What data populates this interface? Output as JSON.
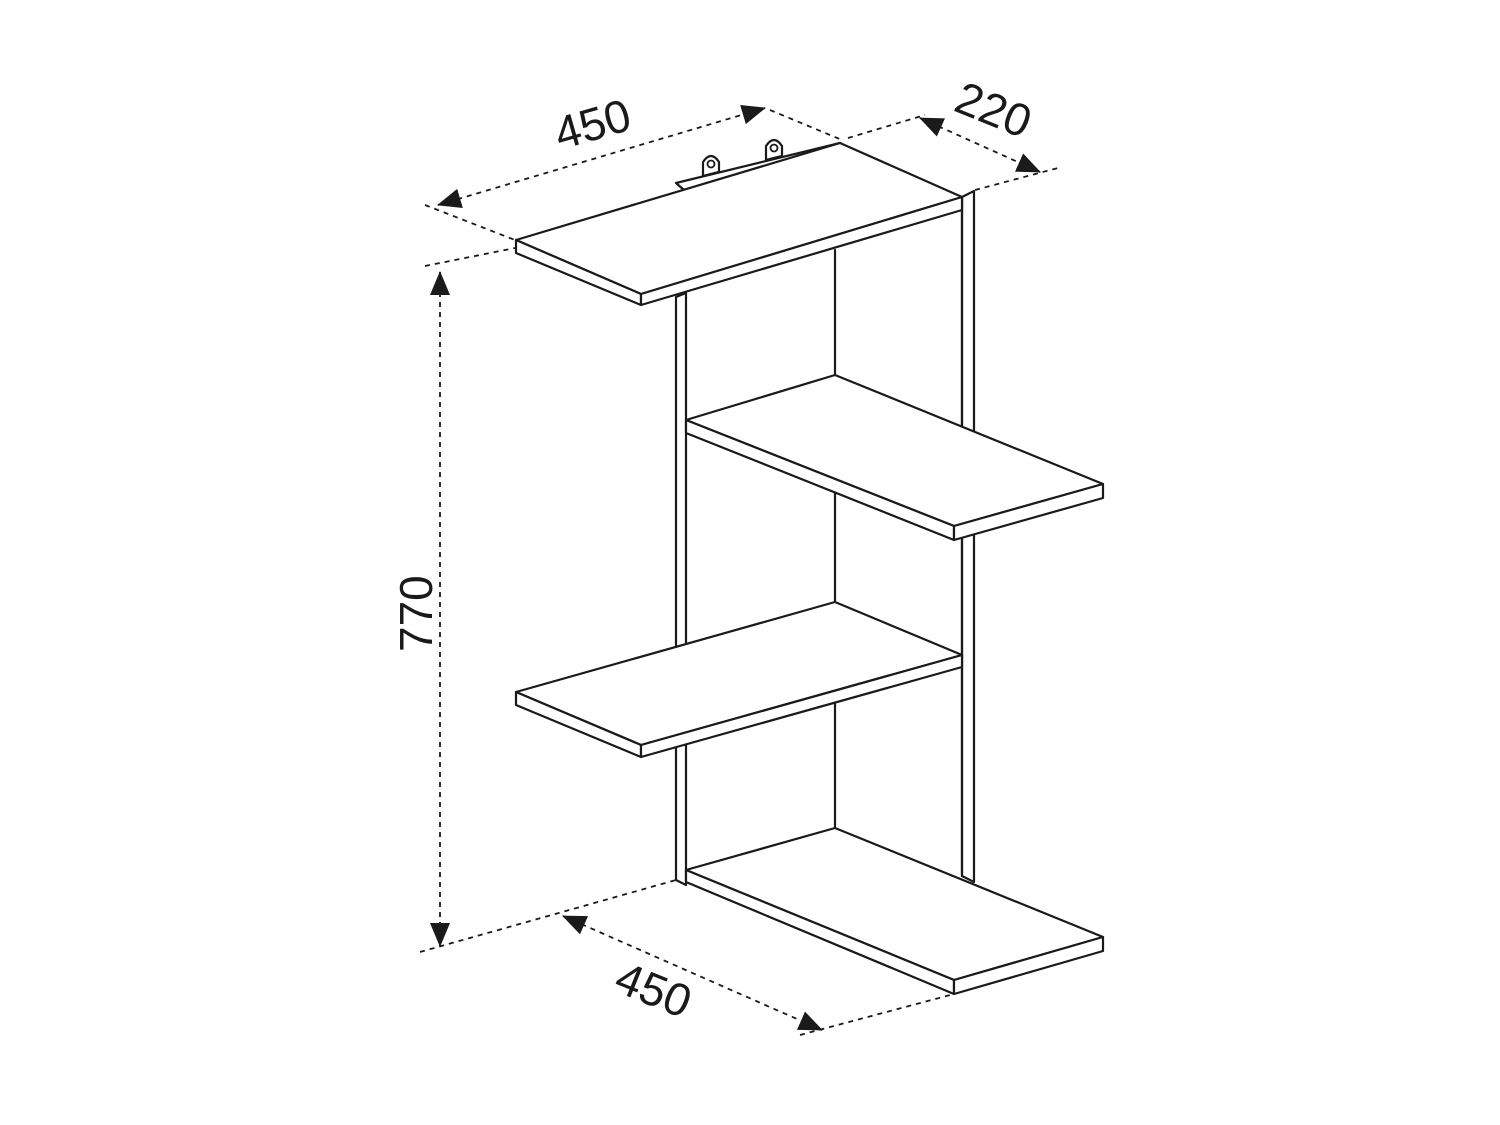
{
  "dimensions": {
    "top_width": "450",
    "depth": "220",
    "height": "770",
    "bottom_width": "450"
  },
  "colors": {
    "line": "#1a1a1a",
    "background": "#ffffff"
  }
}
